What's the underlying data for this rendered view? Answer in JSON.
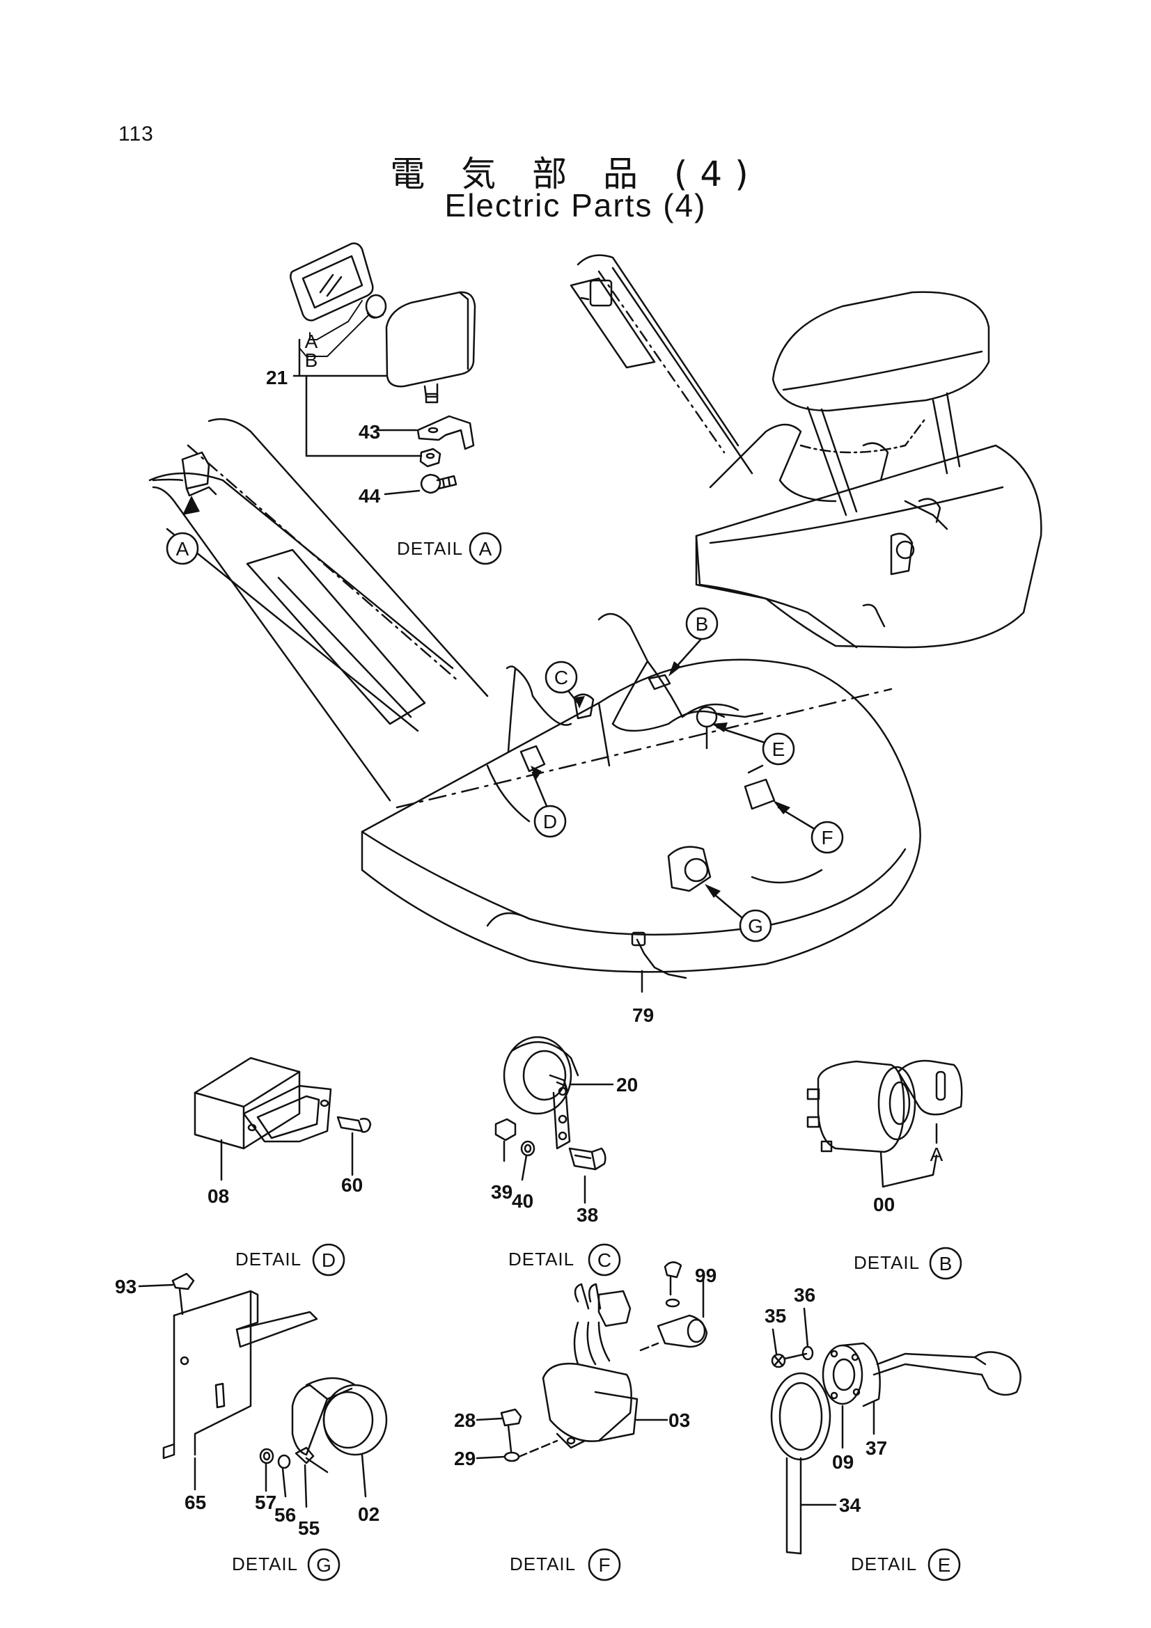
{
  "page_number": "113",
  "title_jp": "電 気 部 品 (4)",
  "title_en": "Electric Parts (4)",
  "detail_word": "DETAIL",
  "callouts": {
    "A": "A",
    "B": "B",
    "C": "C",
    "D": "D",
    "E": "E",
    "F": "F",
    "G": "G"
  },
  "part_numbers": {
    "p21": "21",
    "p43": "43",
    "p44": "44",
    "p79": "79",
    "p08": "08",
    "p60": "60",
    "p20": "20",
    "p39": "39",
    "p40": "40",
    "p38": "38",
    "p00": "00",
    "p93": "93",
    "p65": "65",
    "p57": "57",
    "p56": "56",
    "p55": "55",
    "p02": "02",
    "p99": "99",
    "p28": "28",
    "p29": "29",
    "p03": "03",
    "p35": "35",
    "p36": "36",
    "p09": "09",
    "p37": "37",
    "p34": "34"
  }
}
